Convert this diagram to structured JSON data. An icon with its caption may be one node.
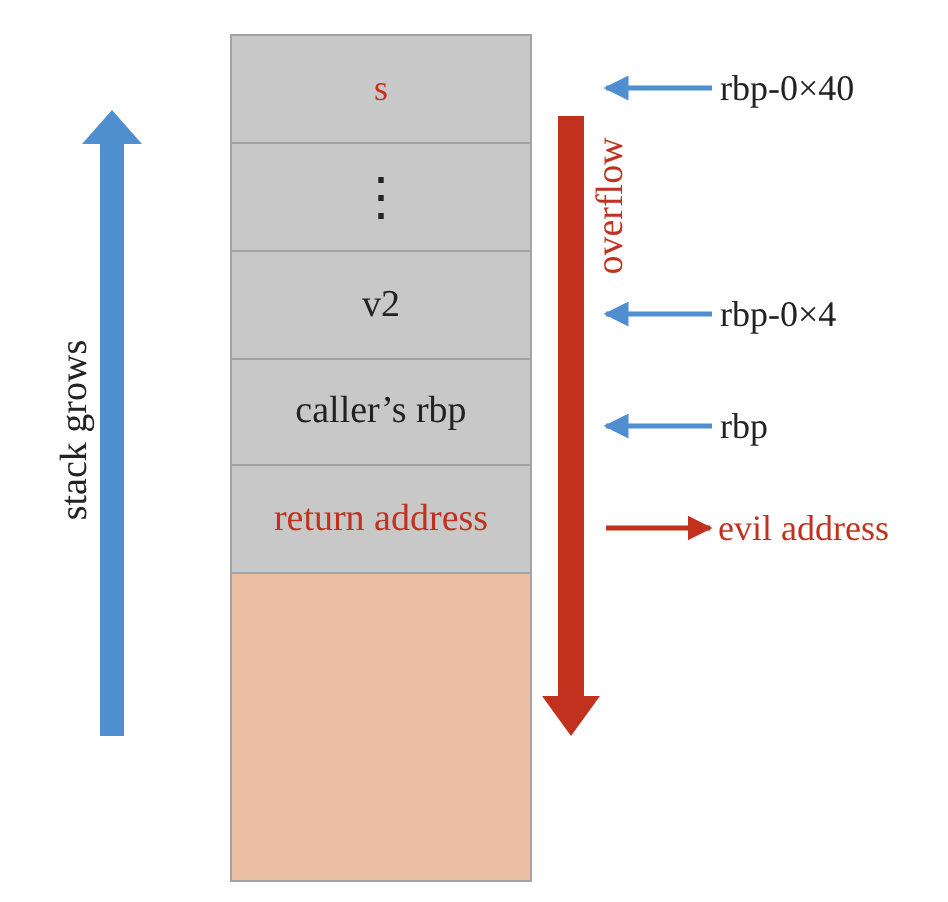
{
  "diagram": {
    "nodes": [
      {
        "text": [
          "s"
        ]
      },
      {
        "text": [
          "⋮"
        ]
      },
      {
        "text": [
          "v2"
        ]
      },
      {
        "text": [
          "caller’s rbp"
        ]
      },
      {
        "text": [
          "return address"
        ]
      },
      {
        "text": [],
        "shape": "box"
      },
      {
        "text": [
          "rbp-0×40"
        ]
      },
      {
        "text": [
          "rbp-0×4"
        ]
      },
      {
        "text": [
          "rbp"
        ]
      },
      {
        "text": [
          "evil address"
        ]
      }
    ],
    "edges": [
      {
        "from": 6,
        "to": null,
        "arrow": "to"
      },
      {
        "from": 7,
        "to": null,
        "arrow": "to"
      },
      {
        "from": 8,
        "to": null,
        "arrow": "to"
      },
      {
        "from": null,
        "to": 9,
        "arrow": "to",
        "color": "#c0321e"
      }
    ],
    "labels": [
      "stack grows",
      "overflow"
    ]
  }
}
